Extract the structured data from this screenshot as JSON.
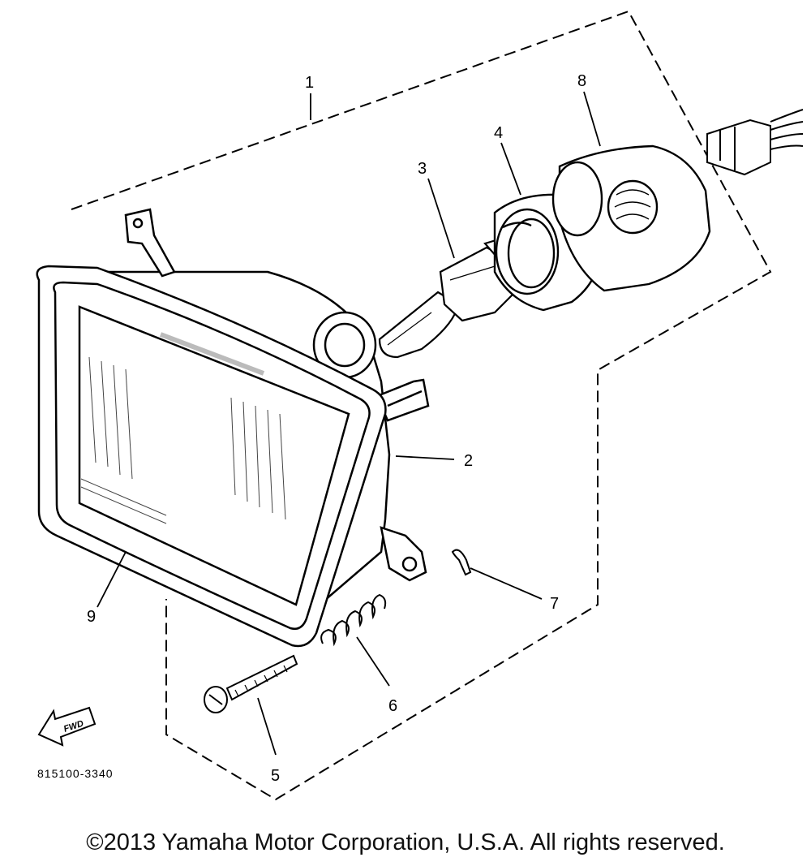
{
  "diagram": {
    "callouts": {
      "c1": "1",
      "c2": "2",
      "c3": "3",
      "c4": "4",
      "c5": "5",
      "c6": "6",
      "c7": "7",
      "c8": "8",
      "c9": "9"
    },
    "direction_label": "FWD",
    "drawing_number": "815100-3340"
  },
  "footer": {
    "copyright": "©2013 Yamaha Motor Corporation, U.S.A. All rights reserved."
  }
}
